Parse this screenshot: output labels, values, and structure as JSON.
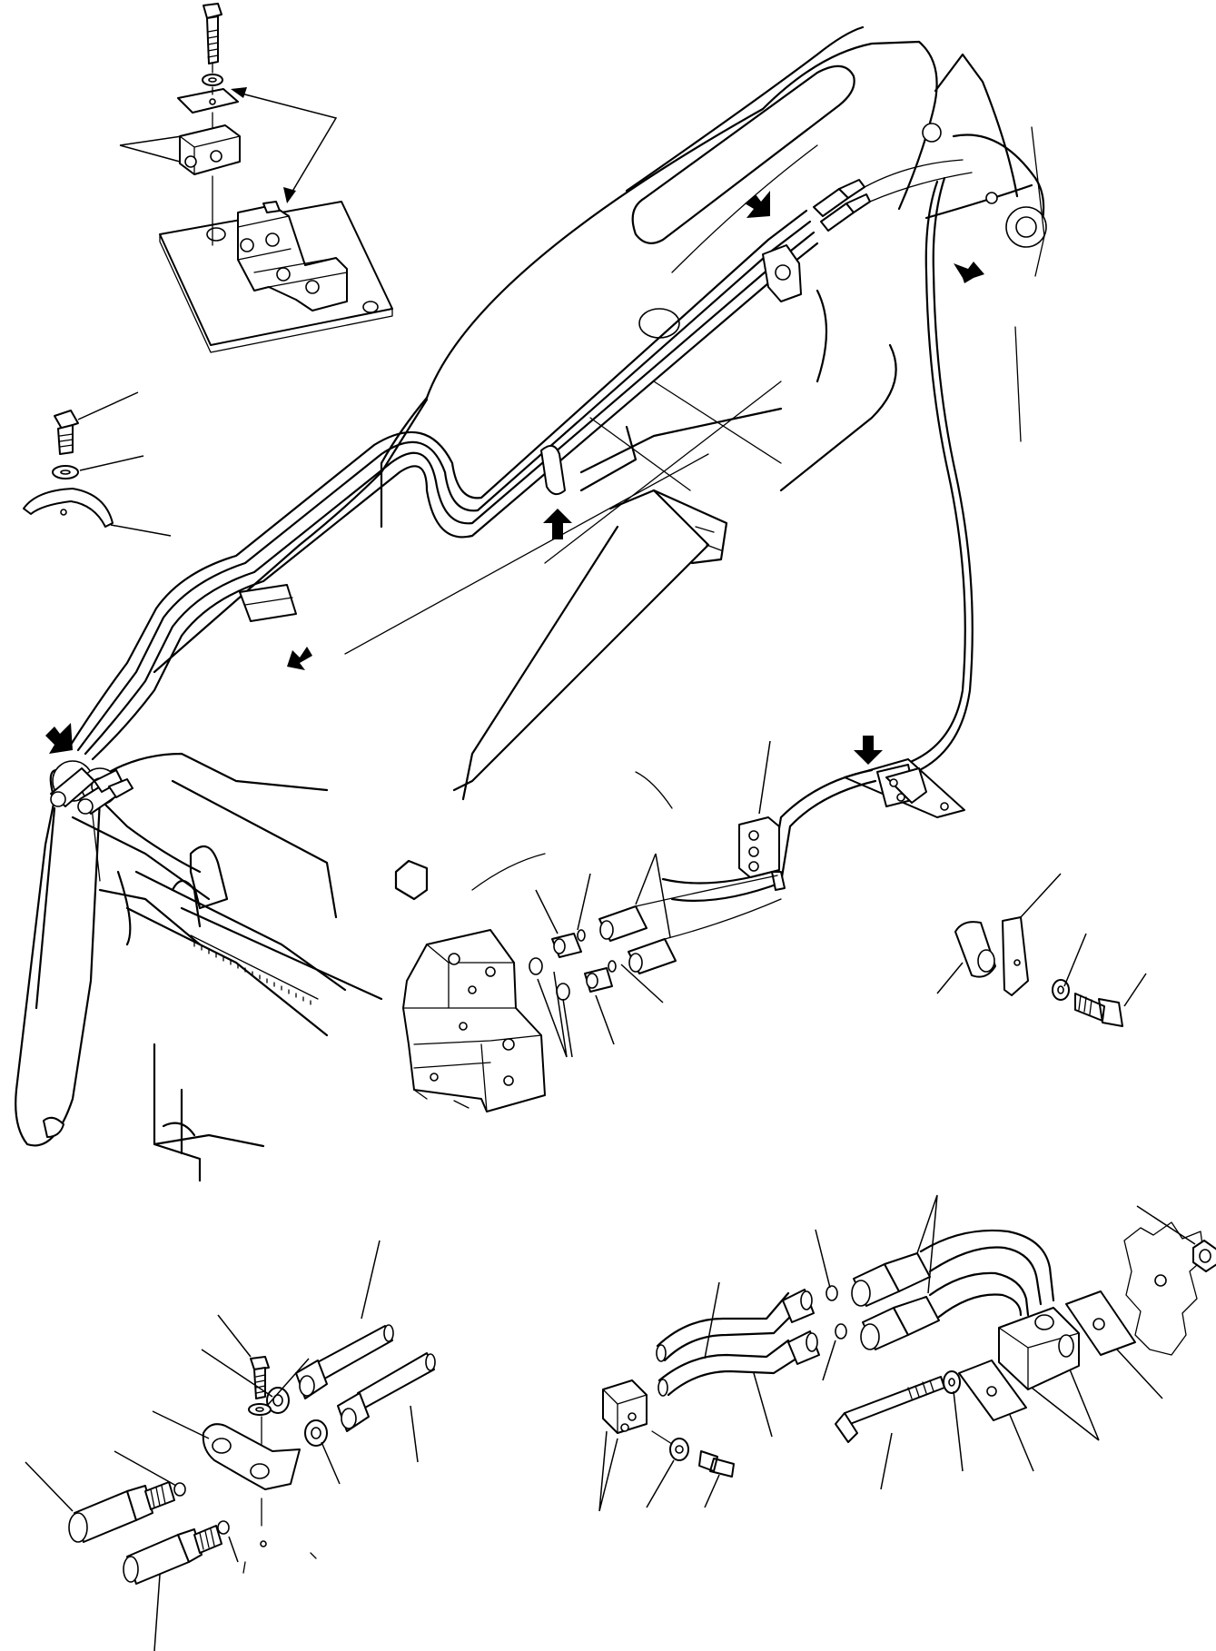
{
  "diagram": {
    "type": "exploded-parts-view",
    "labels_visible": false,
    "arrows": [
      {
        "id": "arrow-boom-top"
      },
      {
        "id": "arrow-boom-pivot"
      },
      {
        "id": "arrow-tube-middle"
      },
      {
        "id": "arrow-clamp-band"
      },
      {
        "id": "arrow-arm-end"
      },
      {
        "id": "arrow-frame-clamp"
      }
    ],
    "groups": [
      {
        "id": "detail-top-clamp-block"
      },
      {
        "id": "detail-bolt-washer-clip"
      },
      {
        "id": "main-boom-assembly"
      },
      {
        "id": "control-valve-fittings"
      },
      {
        "id": "detail-spacer-bracket"
      },
      {
        "id": "detail-quick-couplers"
      },
      {
        "id": "detail-hose-block-clamp"
      }
    ]
  }
}
